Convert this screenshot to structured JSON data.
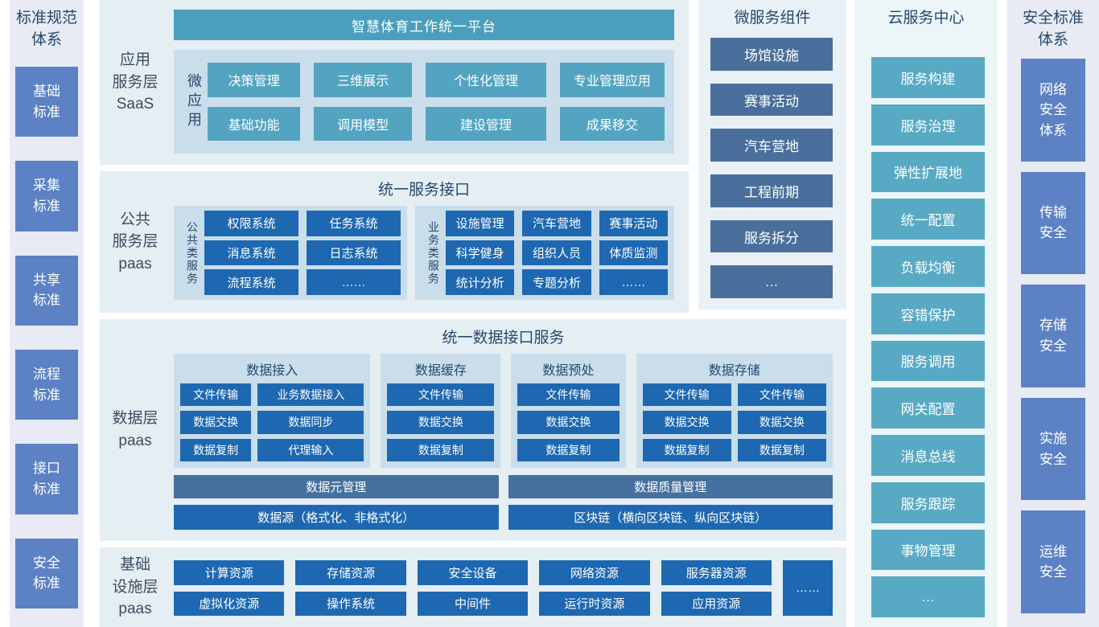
{
  "colors": {
    "accent_teal": "#52a4c1",
    "accent_bright_blue": "#1e68b1",
    "accent_slate_blue": "#46719e",
    "accent_medium_blue": "#5c81c4",
    "panel_light_blue": "#c9ddeb",
    "section_bg": "#e4eef3"
  },
  "left_panel": {
    "title_lines": [
      "标准规范",
      "体系"
    ],
    "items": [
      [
        "基础",
        "标准"
      ],
      [
        "采集",
        "标准"
      ],
      [
        "共享",
        "标准"
      ],
      [
        "流程",
        "标准"
      ],
      [
        "接口",
        "标准"
      ],
      [
        "安全",
        "标准"
      ]
    ]
  },
  "app_layer": {
    "label_lines": [
      "应用",
      "服务层",
      "SaaS"
    ],
    "header": "智慧体育工作统一平台",
    "group_label": "微应用",
    "rows": [
      [
        "决策管理",
        "三维展示",
        "个性化管理",
        "专业管理应用"
      ],
      [
        "基础功能",
        "调用模型",
        "建设管理",
        "成果移交"
      ]
    ]
  },
  "public_layer": {
    "label_lines": [
      "公共",
      "服务层",
      "paas"
    ],
    "header": "统一服务接口",
    "groups": [
      {
        "label": "公共类服务",
        "items": [
          "权限系统",
          "任务系统",
          "消息系统",
          "日志系统",
          "流程系统",
          "……"
        ]
      },
      {
        "label": "业务类服务",
        "items": [
          "设施管理",
          "汽车营地",
          "赛事活动",
          "科学健身",
          "组织人员",
          "体质监测",
          "统计分析",
          "专题分析",
          "……"
        ]
      }
    ]
  },
  "data_layer": {
    "label_lines": [
      "数据层",
      "paas"
    ],
    "header": "统一数据接口服务",
    "groups": [
      {
        "title": "数据接入",
        "items": [
          "文件传输",
          "业务数据接入",
          "数据交换",
          "数据同步",
          "数据复制",
          "代理输入"
        ]
      },
      {
        "title": "数据缓存",
        "items": [
          "文件传输",
          "数据交换",
          "数据复制"
        ]
      },
      {
        "title": "数据预处",
        "items": [
          "文件传输",
          "数据交换",
          "数据复制"
        ]
      },
      {
        "title": "数据存储",
        "items": [
          "文件传输",
          "文件传输",
          "数据交换",
          "数据交换",
          "数据复制",
          "数据复制"
        ]
      }
    ],
    "meta_bar": "数据元管理",
    "source_bar": "数据源（格式化、非格式化）",
    "quality_bar": "数据质量管理",
    "blockchain_bar": "区块链（横向区块链、纵向区块链）"
  },
  "infra_layer": {
    "label_lines": [
      "基础",
      "设施层",
      "paas"
    ],
    "rows": [
      [
        "计算资源",
        "存储资源",
        "安全设备",
        "网络资源",
        "服务器资源"
      ],
      [
        "虚拟化资源",
        "操作系统",
        "中间件",
        "运行时资源",
        "应用资源"
      ]
    ],
    "more": "……"
  },
  "microservices": {
    "title": "微服务组件",
    "items": [
      "场馆设施",
      "赛事活动",
      "汽车营地",
      "工程前期",
      "服务拆分",
      "…"
    ]
  },
  "cloud": {
    "title": "云服务中心",
    "items": [
      "服务构建",
      "服务治理",
      "弹性扩展地",
      "统一配置",
      "负载均衡",
      "容错保护",
      "服务调用",
      "网关配置",
      "消息总线",
      "服务跟踪",
      "事物管理",
      "…"
    ]
  },
  "right_panel": {
    "title_lines": [
      "安全标准",
      "体系"
    ],
    "items": [
      [
        "网络",
        "安全",
        "体系"
      ],
      [
        "传输",
        "安全"
      ],
      [
        "存储",
        "安全"
      ],
      [
        "实施",
        "安全"
      ],
      [
        "运维",
        "安全"
      ]
    ]
  }
}
